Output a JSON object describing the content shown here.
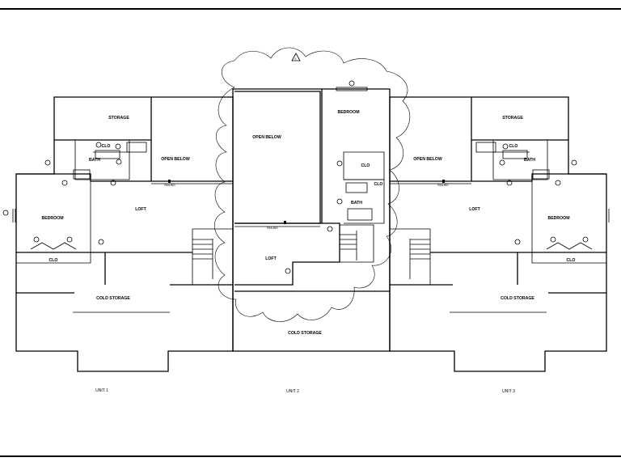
{
  "rooms": {
    "storage": "STORAGE",
    "open_below": "OPEN BELOW",
    "bedroom": "BEDROOM",
    "bath": "BATH",
    "clo": "CLO",
    "loft": "LOFT",
    "cold_storage": "COLD STORAGE",
    "railing": "RAILING"
  },
  "units": {
    "unit1": "UNIT 1",
    "unit2": "UNIT 2",
    "unit3": "UNIT 3"
  }
}
